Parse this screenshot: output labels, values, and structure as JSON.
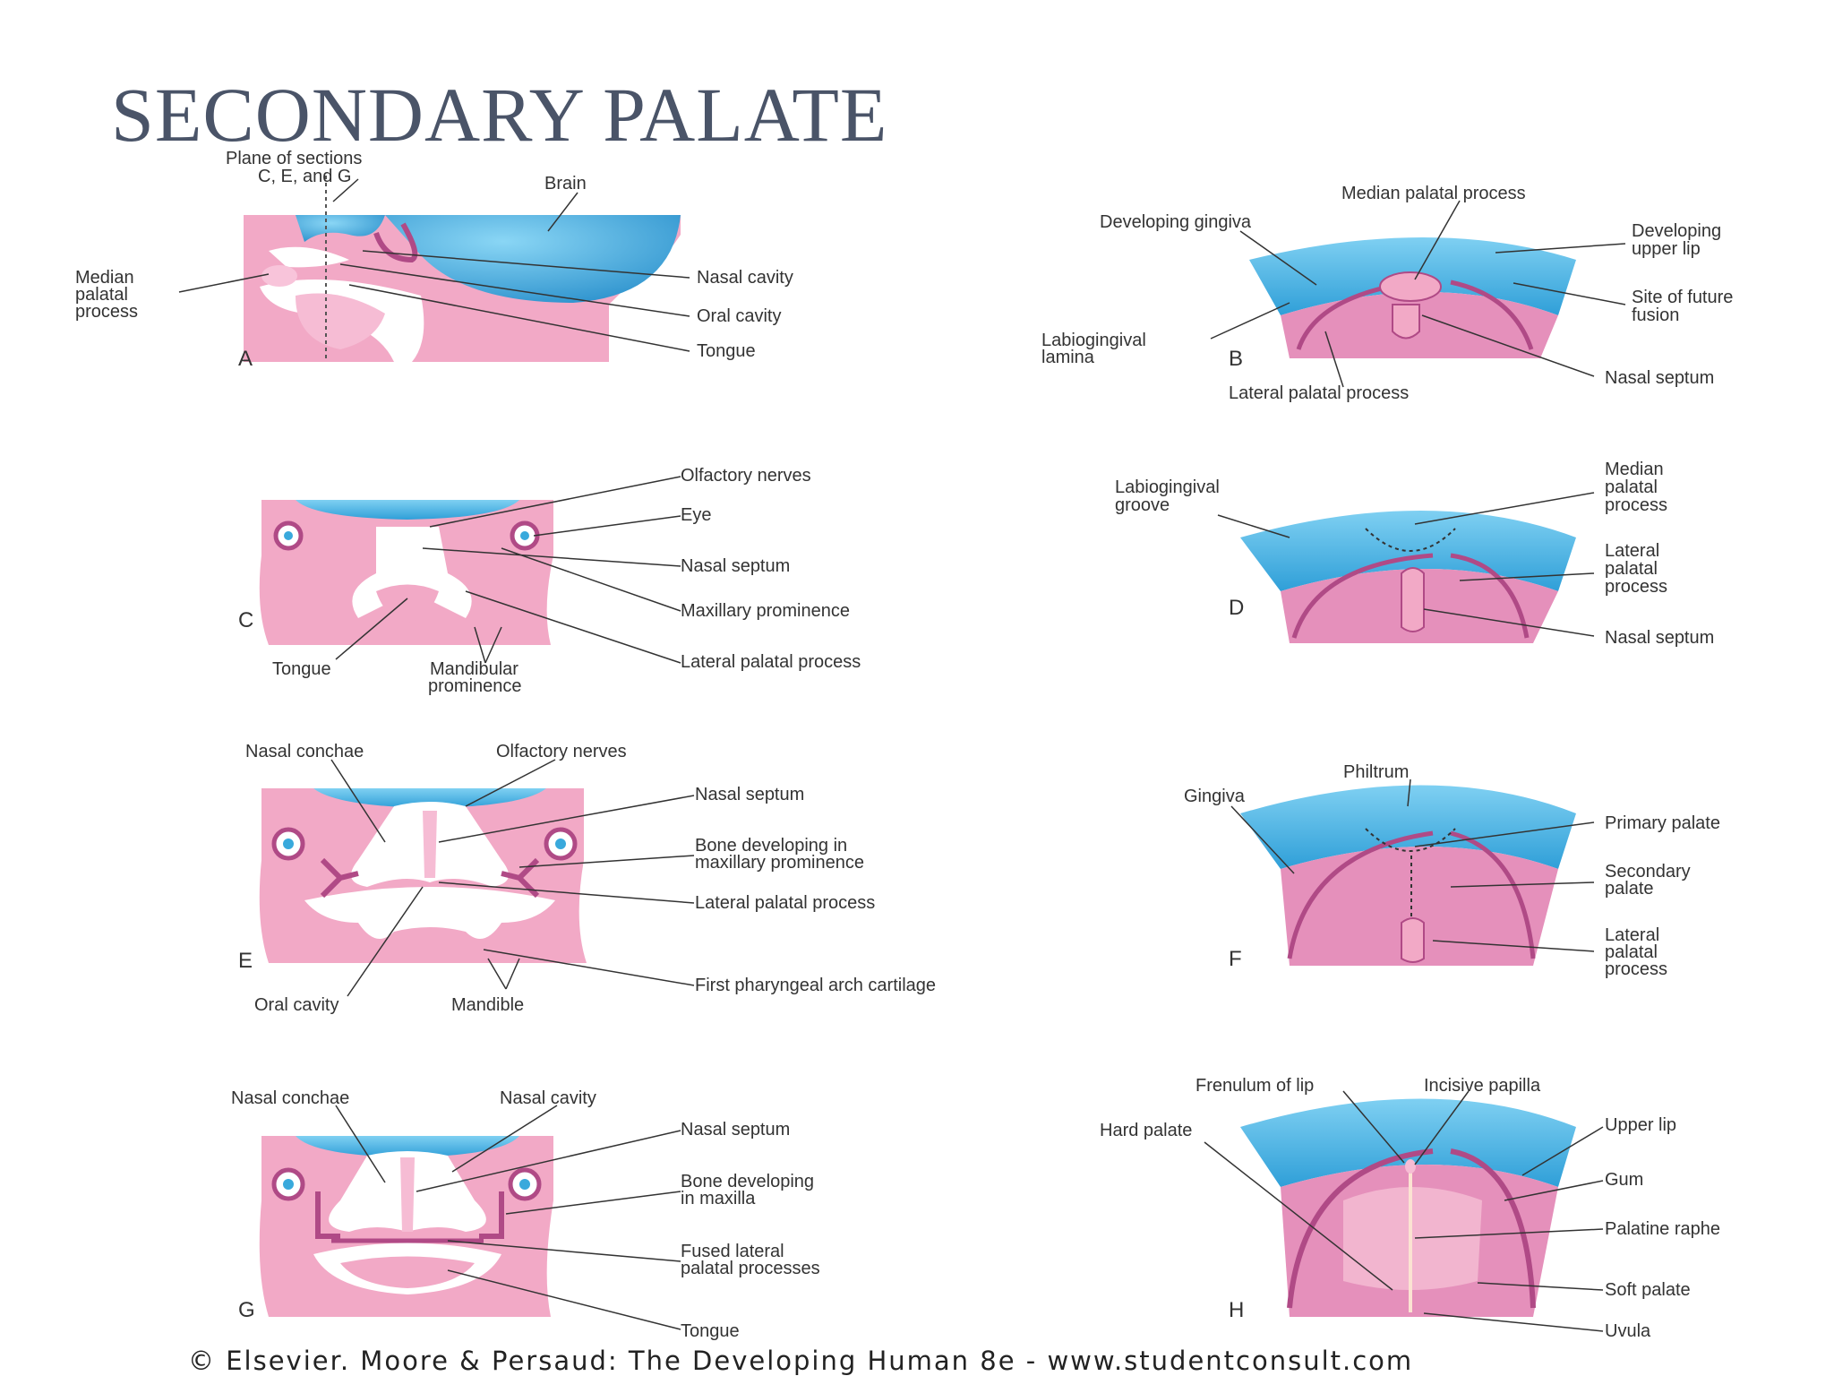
{
  "title": "SECONDARY PALATE",
  "credit": "© Elsevier. Moore & Persaud: The Developing Human 8e - www.studentconsult.com",
  "colors": {
    "tissue": "#f2a9c6",
    "tissue_dark": "#b04a86",
    "blue": "#39a9dc",
    "line": "#333333"
  },
  "panels": {
    "A": {
      "letter": "A",
      "labels": [
        "Plane of sections",
        "C, E, and G",
        "Brain",
        "Median",
        "palatal",
        "process",
        "Nasal cavity",
        "Oral cavity",
        "Tongue"
      ]
    },
    "B": {
      "letter": "B",
      "labels": [
        "Median palatal process",
        "Developing gingiva",
        "Developing",
        "upper lip",
        "Site of future",
        "fusion",
        "Labiogingival",
        "lamina",
        "Nasal septum",
        "Lateral palatal process"
      ]
    },
    "C": {
      "letter": "C",
      "labels": [
        "Olfactory nerves",
        "Eye",
        "Nasal septum",
        "Maxillary prominence",
        "Lateral palatal process",
        "Tongue",
        "Mandibular",
        "prominence"
      ]
    },
    "D": {
      "letter": "D",
      "labels": [
        "Labiogingival",
        "groove",
        "Median",
        "palatal",
        "process",
        "Lateral",
        "palatal",
        "process",
        "Nasal septum"
      ]
    },
    "E": {
      "letter": "E",
      "labels": [
        "Nasal conchae",
        "Olfactory nerves",
        "Nasal septum",
        "Bone developing in",
        "maxillary prominence",
        "Lateral palatal process",
        "First pharyngeal arch cartilage",
        "Oral cavity",
        "Mandible"
      ]
    },
    "F": {
      "letter": "F",
      "labels": [
        "Philtrum",
        "Gingiva",
        "Primary palate",
        "Secondary",
        "palate",
        "Lateral",
        "palatal",
        "process"
      ]
    },
    "G": {
      "letter": "G",
      "labels": [
        "Nasal conchae",
        "Nasal cavity",
        "Nasal septum",
        "Bone developing",
        "in maxilla",
        "Fused lateral",
        "palatal processes",
        "Tongue"
      ]
    },
    "H": {
      "letter": "H",
      "labels": [
        "Frenulum of lip",
        "Incisive papilla",
        "Hard palate",
        "Upper lip",
        "Gum",
        "Palatine raphe",
        "Soft palate",
        "Uvula"
      ]
    }
  }
}
